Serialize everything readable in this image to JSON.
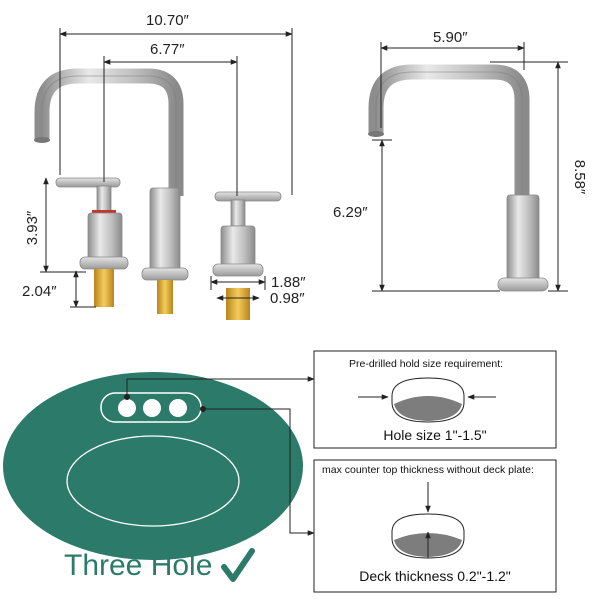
{
  "dimensions": {
    "overall_width": "10.70″",
    "handle_spacing": "6.77″",
    "handle_height": "3.93″",
    "handle_shank": "2.04″",
    "spout_reach": "5.90″",
    "spout_height": "8.58″",
    "spout_clearance": "6.29″",
    "base_width": "1.88″",
    "shank_width": "0.98″"
  },
  "hole_size_box": {
    "title": "Pre-drilled hold size requirement:",
    "label": "Hole size 1\"-1.5\""
  },
  "thickness_box": {
    "title": "max counter top thickness without deck plate:",
    "label": "Deck thickness 0.2\"-1.2\""
  },
  "install": {
    "label": "Three Hole",
    "check_icon": "check-icon"
  },
  "colors": {
    "sink_green": "#2b7a6a",
    "chrome": "#c6c6c6",
    "brass": "#e2b13a",
    "text_green": "#2b7a6a",
    "line": "#222222"
  }
}
